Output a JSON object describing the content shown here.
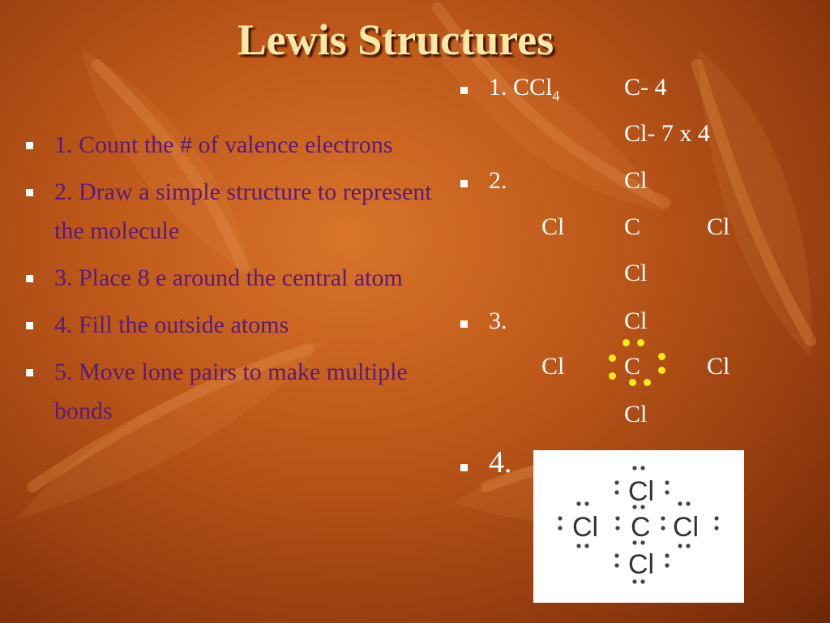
{
  "slide": {
    "title": "Lewis Structures",
    "steps": [
      "1. Count the # of valence electrons",
      "2. Draw a simple structure to represent the molecule",
      "3. Place 8 e around the central atom",
      "4. Fill the outside atoms",
      "5. Move lone pairs to make multiple bonds"
    ],
    "right": {
      "step1_label": "1. CCl",
      "step1_sub": "4",
      "c_count": "C- 4",
      "cl_count": "Cl- 7 x 4",
      "step2_label": "2.",
      "step3_label": "3.",
      "step4_label": "4.",
      "atom_cl": "Cl",
      "atom_c": "C"
    },
    "colors": {
      "title": "#fbe7a6",
      "step_text": "#5e1a78",
      "right_text": "#ffffff",
      "electron_dots": "#ffeb1a"
    },
    "lewis_image": {
      "central": "C",
      "outer": "Cl",
      "dot": ":"
    }
  }
}
